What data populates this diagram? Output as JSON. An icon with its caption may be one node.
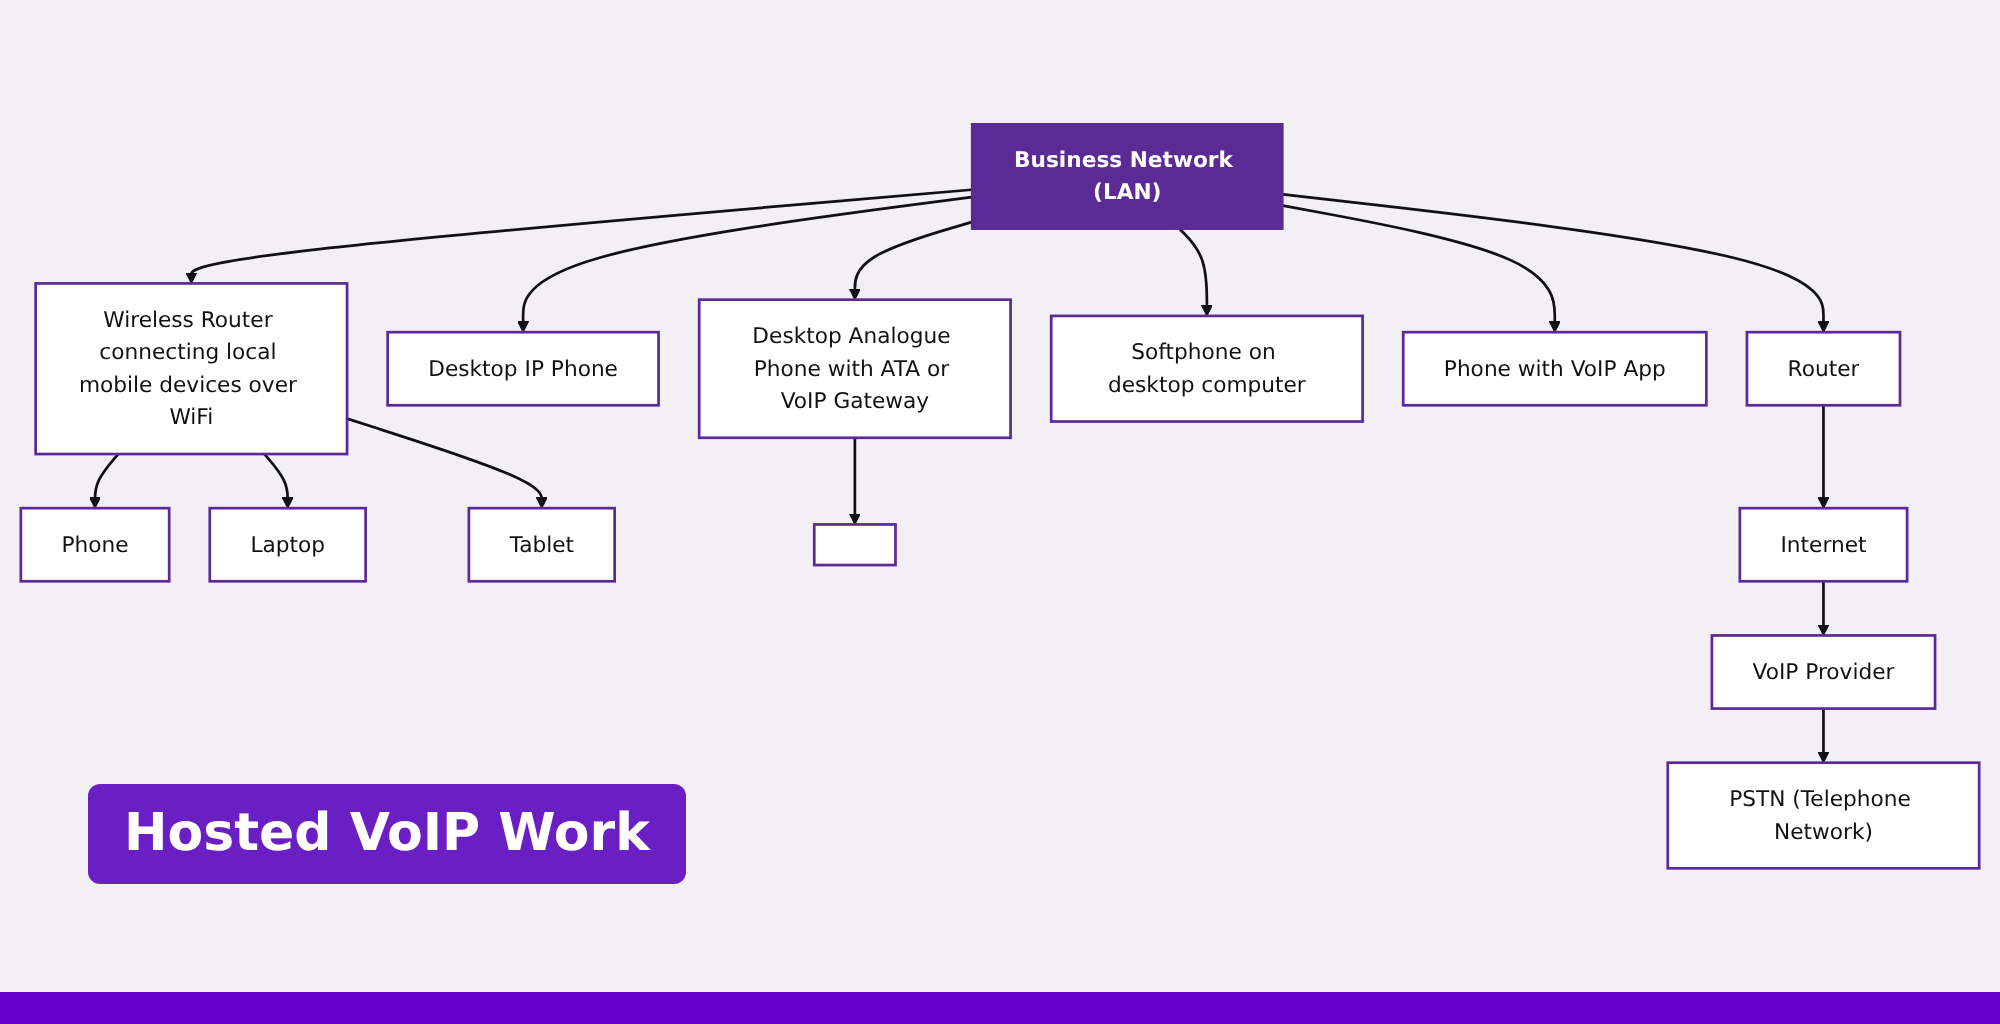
{
  "diagram": {
    "title": "Hosted VoIP Work",
    "nodes": [
      {
        "text": [
          "Phone"
        ]
      },
      {
        "text": [
          "Laptop"
        ]
      },
      {
        "text": [
          "Tablet"
        ]
      },
      {
        "text": [
          "Wireless Router connecting local mobile devices over WiFi"
        ]
      },
      {
        "text": [
          "Desktop IP Phone"
        ]
      },
      {
        "text": [
          "Desktop Analogue Phone with ATA or VoIP Gateway"
        ]
      },
      {
        "text": [],
        "shape": "box"
      },
      {
        "text": [
          "Softphone on desktop computer"
        ]
      },
      {
        "text": [
          "Business Network (LAN)"
        ]
      },
      {
        "text": [
          "Phone with VoIP App"
        ]
      },
      {
        "text": [
          "Router"
        ]
      },
      {
        "text": [
          "Internet"
        ]
      },
      {
        "text": [
          "VoIP Provider"
        ]
      },
      {
        "text": [
          "PSTN (Telephone Network)"
        ]
      }
    ],
    "edges": [
      {
        "from": 3,
        "to": 0,
        "arrow": "to"
      },
      {
        "from": 3,
        "to": 1,
        "arrow": "to"
      },
      {
        "from": 3,
        "to": 2,
        "arrow": "to"
      },
      {
        "from": 8,
        "to": 3,
        "arrow": "to"
      },
      {
        "from": 8,
        "to": 4,
        "arrow": "to"
      },
      {
        "from": 8,
        "to": 5,
        "arrow": "to"
      },
      {
        "from": 5,
        "to": 6,
        "arrow": "to"
      },
      {
        "from": 8,
        "to": 7,
        "arrow": "to"
      },
      {
        "from": 8,
        "to": 9,
        "arrow": "to"
      },
      {
        "from": 8,
        "to": 10,
        "arrow": "to"
      },
      {
        "from": 10,
        "to": 11,
        "arrow": "to"
      },
      {
        "from": 11,
        "to": 12,
        "arrow": "to"
      },
      {
        "from": 12,
        "to": 13,
        "arrow": "to"
      }
    ]
  }
}
